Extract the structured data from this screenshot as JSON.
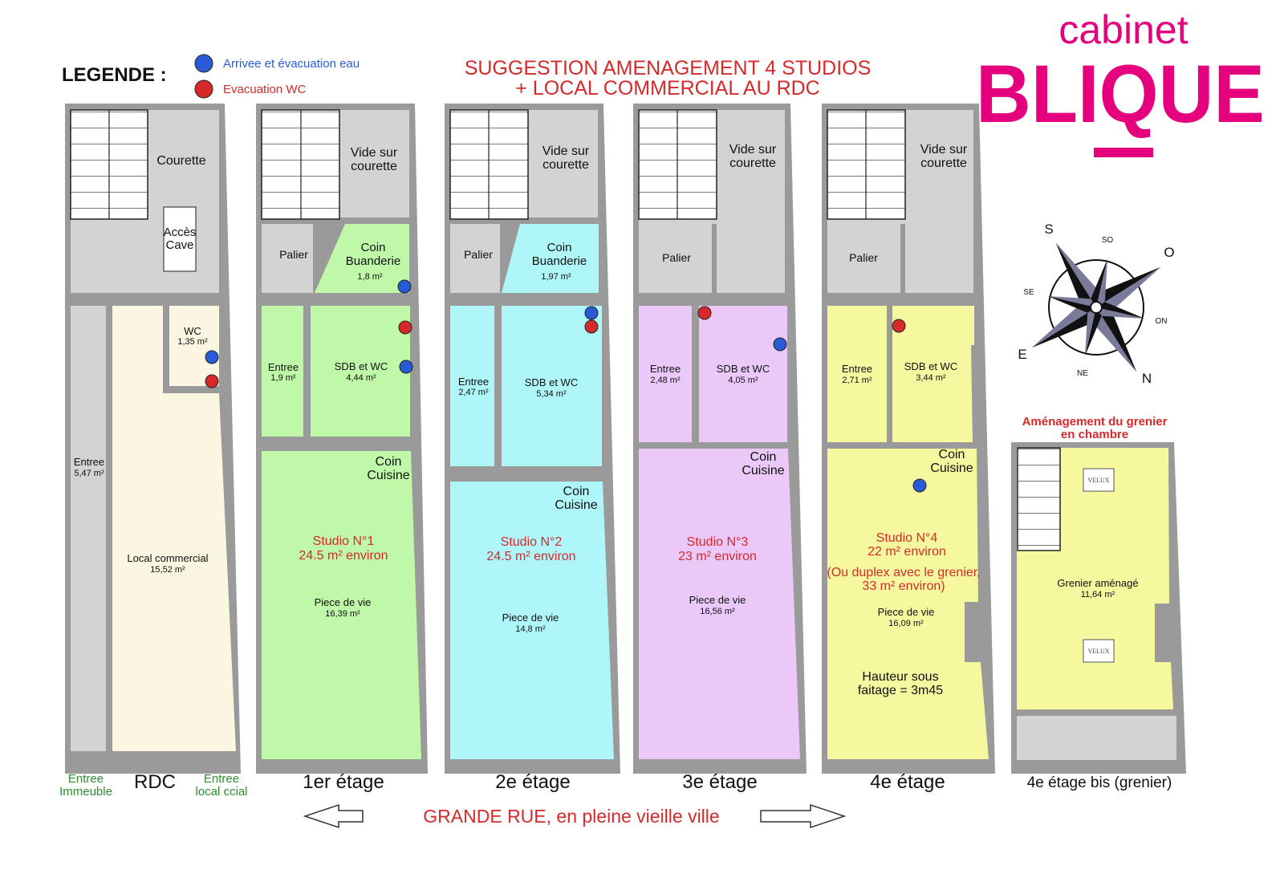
{
  "brand": {
    "line1": "cabinet",
    "line2": "BLIQUE",
    "color": "#e5007d"
  },
  "legend": {
    "title": "LEGENDE :",
    "items": [
      {
        "label": "Arrivee et évacuation eau",
        "color": "#2a5bd6"
      },
      {
        "label": "Evacuation WC",
        "color": "#d62a2a"
      }
    ]
  },
  "title": {
    "line1": "SUGGESTION AMENAGEMENT 4 STUDIOS",
    "line2": "+ LOCAL COMMERCIAL AU RDC"
  },
  "colors": {
    "wall": "#9a9a9a",
    "service": "#d3d3d3",
    "rdc": "#fbf6e2",
    "studio1": "#bff8a8",
    "studio2": "#aef6f8",
    "studio3": "#eac8f8",
    "studio4": "#f6f8a0",
    "pipe_blue": "#2a5bd6",
    "pipe_red": "#d62a2a"
  },
  "rdc": {
    "courette": "Courette",
    "cave": [
      "Accès",
      "Cave"
    ],
    "wc": {
      "name": "WC",
      "area": "1,35 m²"
    },
    "entree": {
      "name": "Entree",
      "area": "5,47 m²"
    },
    "local": {
      "name": "Local commercial",
      "area": "15,52 m²"
    },
    "floor": "RDC",
    "entree_immeuble": [
      "Entree",
      "Immeuble"
    ],
    "entree_local": [
      "Entree",
      "local ccial"
    ]
  },
  "floor1": {
    "vide": [
      "Vide sur",
      "courette"
    ],
    "palier": "Palier",
    "buanderie": {
      "name": [
        "Coin",
        "Buanderie"
      ],
      "area": "1,8 m²"
    },
    "entree": {
      "name": "Entree",
      "area": "1,9 m²"
    },
    "sdb": {
      "name": "SDB et WC",
      "area": "4,44 m²"
    },
    "cuisine": [
      "Coin",
      "Cuisine"
    ],
    "studio": [
      "Studio N°1",
      "24.5 m² environ"
    ],
    "piece": {
      "name": "Piece de vie",
      "area": "16,39 m²"
    },
    "floor": "1er étage"
  },
  "floor2": {
    "vide": [
      "Vide sur",
      "courette"
    ],
    "palier": "Palier",
    "buanderie": {
      "name": [
        "Coin",
        "Buanderie"
      ],
      "area": "1,97 m²"
    },
    "entree": {
      "name": "Entree",
      "area": "2,47 m²"
    },
    "sdb": {
      "name": "SDB et WC",
      "area": "5,34 m²"
    },
    "cuisine": [
      "Coin",
      "Cuisine"
    ],
    "studio": [
      "Studio N°2",
      "24.5 m² environ"
    ],
    "piece": {
      "name": "Piece de vie",
      "area": "14,8 m²"
    },
    "floor": "2e étage"
  },
  "floor3": {
    "vide": [
      "Vide sur",
      "courette"
    ],
    "palier": "Palier",
    "entree": {
      "name": "Entree",
      "area": "2,48 m²"
    },
    "sdb": {
      "name": "SDB et WC",
      "area": "4,05 m²"
    },
    "cuisine": [
      "Coin",
      "Cuisine"
    ],
    "studio": [
      "Studio N°3",
      "23 m² environ"
    ],
    "piece": {
      "name": "Piece de vie",
      "area": "16,56 m²"
    },
    "floor": "3e étage"
  },
  "floor4": {
    "vide": [
      "Vide sur",
      "courette"
    ],
    "palier": "Palier",
    "entree": {
      "name": "Entree",
      "area": "2,71 m²"
    },
    "sdb": {
      "name": "SDB et WC",
      "area": "3,44 m²"
    },
    "cuisine": [
      "Coin",
      "Cuisine"
    ],
    "studio": [
      "Studio N°4",
      "22 m² environ",
      "(Ou duplex avec le grenier,",
      "33 m² environ)"
    ],
    "piece": {
      "name": "Piece de vie",
      "area": "16,09 m²"
    },
    "hauteur": [
      "Hauteur sous",
      "faitage = 3m45"
    ],
    "floor": "4e étage"
  },
  "grenier": {
    "heading": [
      "Aménagement du grenier",
      "en chambre"
    ],
    "name": "Grenier aménagé",
    "area": "11,64 m²",
    "velux": "VELUX",
    "floor": "4e étage bis (grenier)"
  },
  "compass": {
    "labels": [
      "S",
      "O",
      "E",
      "SO",
      "SE",
      "ON",
      "NE",
      "N"
    ]
  },
  "street": "GRANDE RUE, en pleine vieille ville"
}
